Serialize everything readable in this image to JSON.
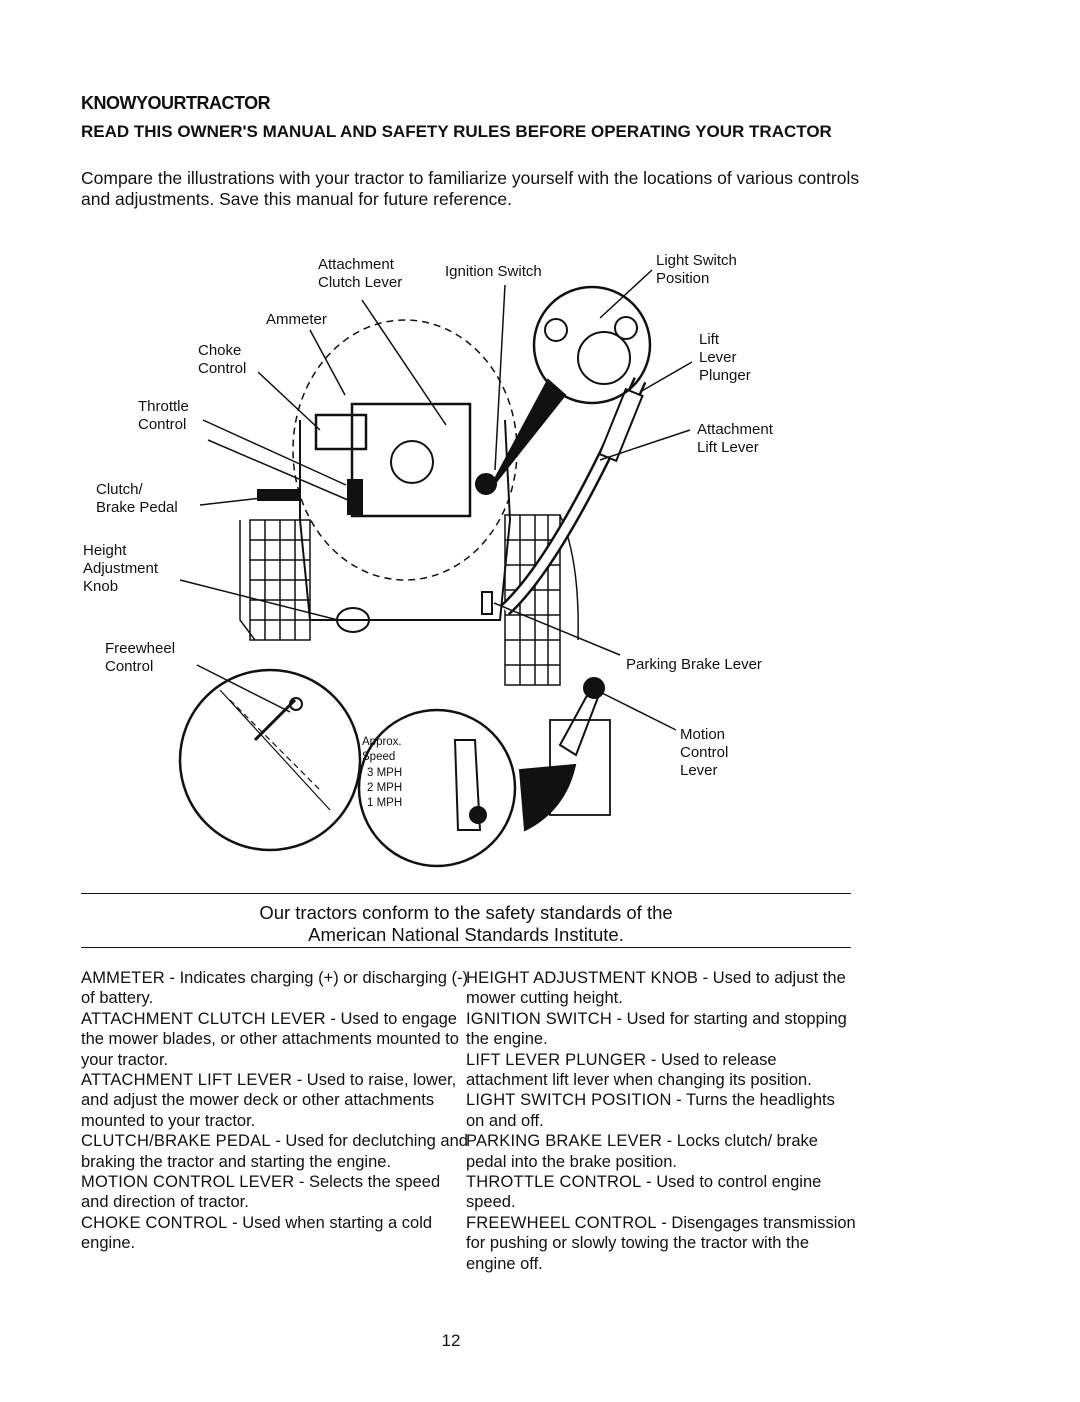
{
  "section_title": "KNOWYOURTRACTOR",
  "subheading": "READ THIS OWNER'S MANUAL AND SAFETY RULES BEFORE OPERATING YOUR TRACTOR",
  "intro": "Compare the illustrations with your tractor to familiarize yourself with the locations of various controls and adjustments. Save this manual for future reference.",
  "diagram": {
    "labels": {
      "attachment_clutch_lever": "Attachment\nClutch Lever",
      "ignition_switch": "Ignition Switch",
      "light_switch_position": "Light Switch\nPosition",
      "ammeter": "Ammeter",
      "choke_control": "Choke\nControl",
      "lift_lever_plunger": "Lift\nLever\nPlunger",
      "throttle_control": "Throttle\nControl",
      "attachment_lift_lever": "Attachment\nLift Lever",
      "clutch_brake_pedal": "Clutch/\nBrake Pedal",
      "height_adjustment_knob": "Height\nAdjustment\nKnob",
      "freewheel_control": "Freewheel\nControl",
      "parking_brake_lever": "Parking Brake Lever",
      "motion_control_lever": "Motion\nControl\nLever"
    },
    "speed_inset": {
      "title": "Approx.\nSpeed",
      "speeds": "3 MPH\n2 MPH\n1 MPH"
    }
  },
  "conformity": {
    "line1": "Our tractors conform to the safety standards of the",
    "line2": "American National Standards Institute."
  },
  "definitions_left": [
    {
      "term": "AMMETER",
      "text": " - Indicates charging (+) or discharging (-) of battery."
    },
    {
      "term": "ATTACHMENT CLUTCH LEVER",
      "text": " - Used to engage the mower blades, or other attachments mounted to your tractor."
    },
    {
      "term": "ATTACHMENT LIFT LEVER",
      "text": " - Used to raise, lower, and adjust the mower deck or other attachments mounted to your tractor."
    },
    {
      "term": "CLUTCH/BRAKE PEDAL",
      "text": " - Used for declutching and braking the tractor and starting the engine."
    },
    {
      "term": "MOTION CONTROL LEVER",
      "text": " - Selects the speed and direction of tractor."
    },
    {
      "term": "CHOKE CONTROL",
      "text": " - Used when starting a cold engine."
    }
  ],
  "definitions_right": [
    {
      "term": "HEIGHT ADJUSTMENT KNOB",
      "text": " - Used to adjust the mower cutting height."
    },
    {
      "term": "IGNITION SWITCH",
      "text": " - Used for starting and stopping the engine."
    },
    {
      "term": "LIFT LEVER PLUNGER",
      "text": " - Used to release attachment lift lever when changing its position."
    },
    {
      "term": "LIGHT SWITCH POSITION",
      "text": " - Turns the headlights on and off."
    },
    {
      "term": "PARKING BRAKE LEVER",
      "text": " - Locks clutch/ brake pedal into the brake position."
    },
    {
      "term": "THROTTLE CONTROL",
      "text": " - Used to control engine speed."
    },
    {
      "term": "FREEWHEEL CONTROL",
      "text": " - Disengages transmission for pushing or slowly towing the tractor with the engine off."
    }
  ],
  "page_number": "12"
}
